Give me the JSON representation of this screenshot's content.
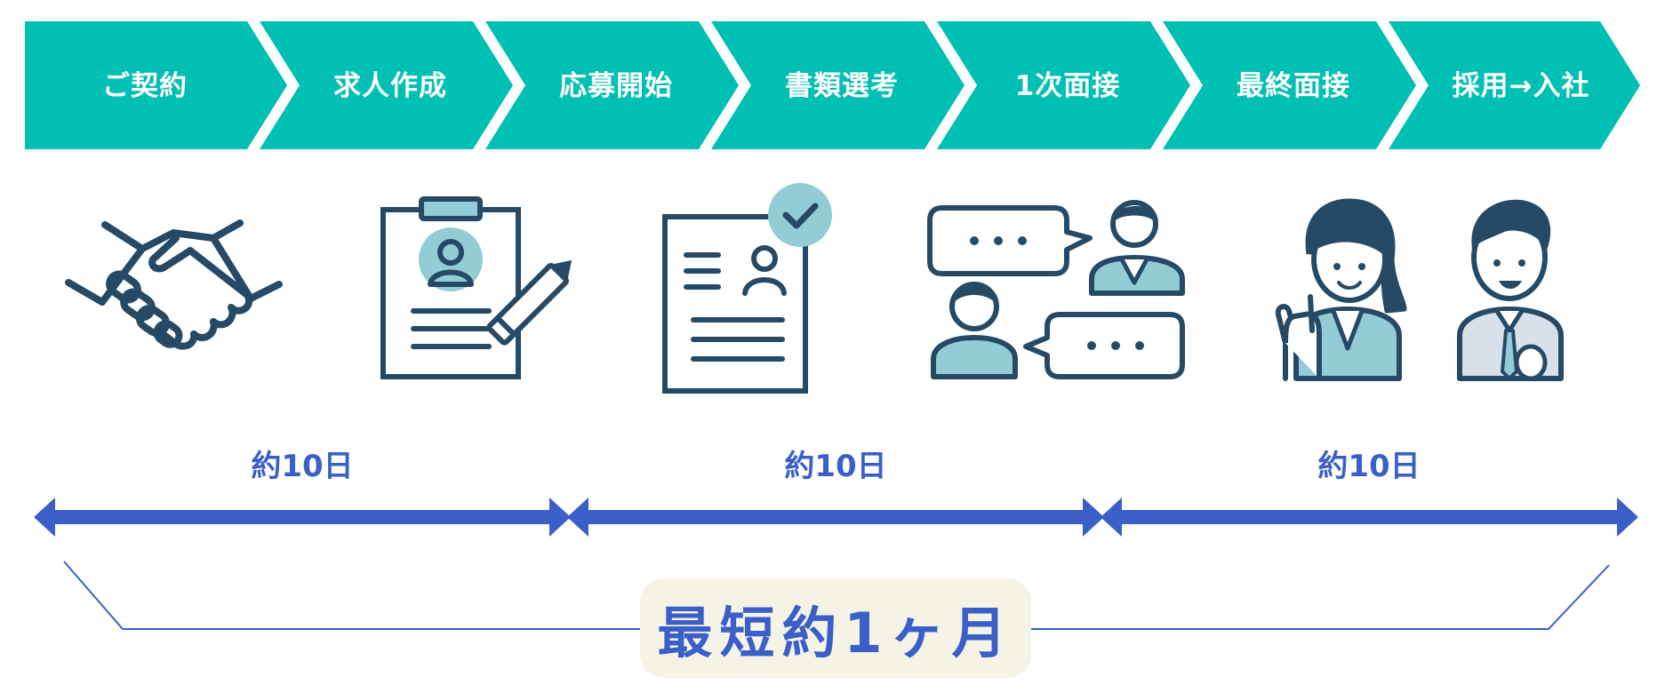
{
  "steps": [
    {
      "label": "ご契約"
    },
    {
      "label": "求人作成"
    },
    {
      "label": "応募開始"
    },
    {
      "label": "書類選考"
    },
    {
      "label": "1次面接"
    },
    {
      "label": "最終面接"
    },
    {
      "label": "採用→入社"
    }
  ],
  "icons": [
    {
      "name": "handshake-icon"
    },
    {
      "name": "clipboard-profile-pencil-icon"
    },
    {
      "name": "resume-checked-icon"
    },
    {
      "name": "interview-conversation-icon"
    },
    {
      "name": "hired-staff-icon"
    }
  ],
  "durations": [
    {
      "label": "約10日"
    },
    {
      "label": "約10日"
    },
    {
      "label": "約10日"
    }
  ],
  "total": {
    "label": "最短約1ヶ月"
  },
  "colors": {
    "step_fill": "#00bfb3",
    "icon_stroke": "#264a66",
    "icon_accent": "#92ccd5",
    "arrow": "#3a5fc9",
    "total_bg": "#f5f3e6"
  }
}
